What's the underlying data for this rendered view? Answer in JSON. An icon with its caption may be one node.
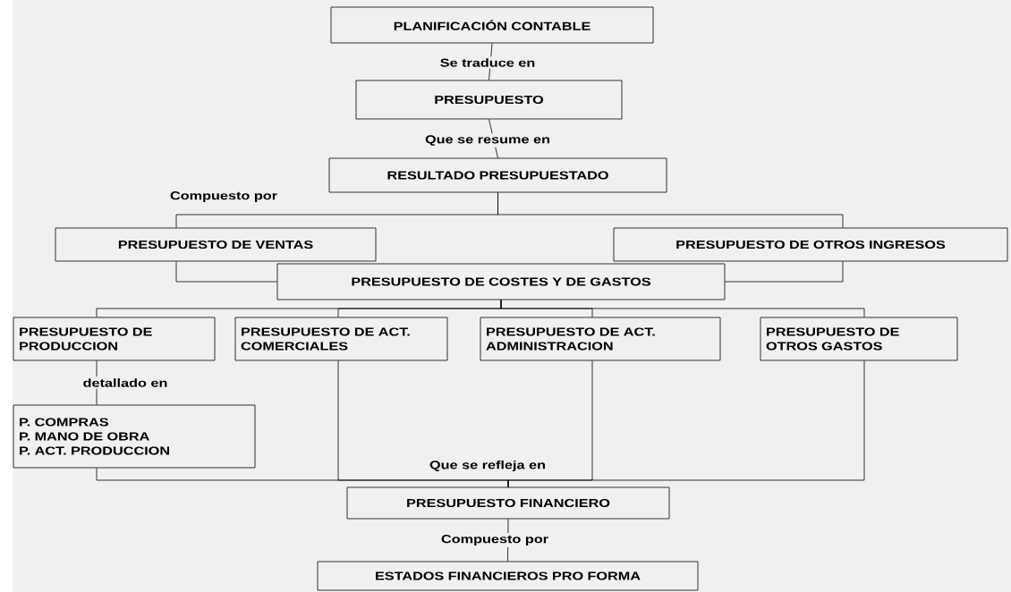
{
  "diagram": {
    "nodes": [
      {
        "text": [
          "PLANIFICACIÓN CONTABLE"
        ]
      },
      {
        "text": [
          "PRESUPUESTO"
        ]
      },
      {
        "text": [
          "RESULTADO PRESUPUESTADO"
        ]
      },
      {
        "text": [
          "PRESUPUESTO DE VENTAS"
        ]
      },
      {
        "text": [
          "PRESUPUESTO DE OTROS INGRESOS"
        ]
      },
      {
        "text": [
          "PRESUPUESTO DE COSTES Y DE GASTOS"
        ]
      },
      {
        "text": [
          "PRESUPUESTO DE PRODUCCION"
        ]
      },
      {
        "text": [
          "PRESUPUESTO DE ACT. COMERCIALES"
        ]
      },
      {
        "text": [
          "PRESUPUESTO DE ACT. ADMINISTRACION"
        ]
      },
      {
        "text": [
          "PRESUPUESTO DE OTROS GASTOS"
        ]
      },
      {
        "text": [
          "P. COMPRAS",
          "P. MANO DE OBRA",
          "P. ACT. PRODUCCION"
        ]
      },
      {
        "text": [
          "PRESUPUESTO FINANCIERO"
        ]
      },
      {
        "text": [
          "ESTADOS FINANCIEROS PRO FORMA"
        ]
      }
    ],
    "edges": [
      {
        "from": 0,
        "to": 1,
        "arrow": "none",
        "label": "Se traduce en"
      },
      {
        "from": 1,
        "to": 2,
        "arrow": "none",
        "label": "Que se resume en"
      },
      {
        "from": 2,
        "to": 3,
        "arrow": "none",
        "label": "Compuesto por"
      },
      {
        "from": 2,
        "to": 4,
        "arrow": "none"
      },
      {
        "from": 3,
        "to": 5,
        "arrow": "none"
      },
      {
        "from": 4,
        "to": 5,
        "arrow": "none"
      },
      {
        "from": 5,
        "to": 6,
        "arrow": "none"
      },
      {
        "from": 5,
        "to": 7,
        "arrow": "none"
      },
      {
        "from": 5,
        "to": 8,
        "arrow": "none"
      },
      {
        "from": 5,
        "to": 9,
        "arrow": "none"
      },
      {
        "from": 6,
        "to": 10,
        "arrow": "none",
        "label": "detallado en"
      },
      {
        "from": 10,
        "to": 11,
        "arrow": "none",
        "label": "Que se refleja en"
      },
      {
        "from": 7,
        "to": 11,
        "arrow": "none"
      },
      {
        "from": 8,
        "to": 11,
        "arrow": "none"
      },
      {
        "from": 9,
        "to": 11,
        "arrow": "none"
      },
      {
        "from": 11,
        "to": 12,
        "arrow": "none",
        "label": "Compuesto por"
      }
    ]
  }
}
